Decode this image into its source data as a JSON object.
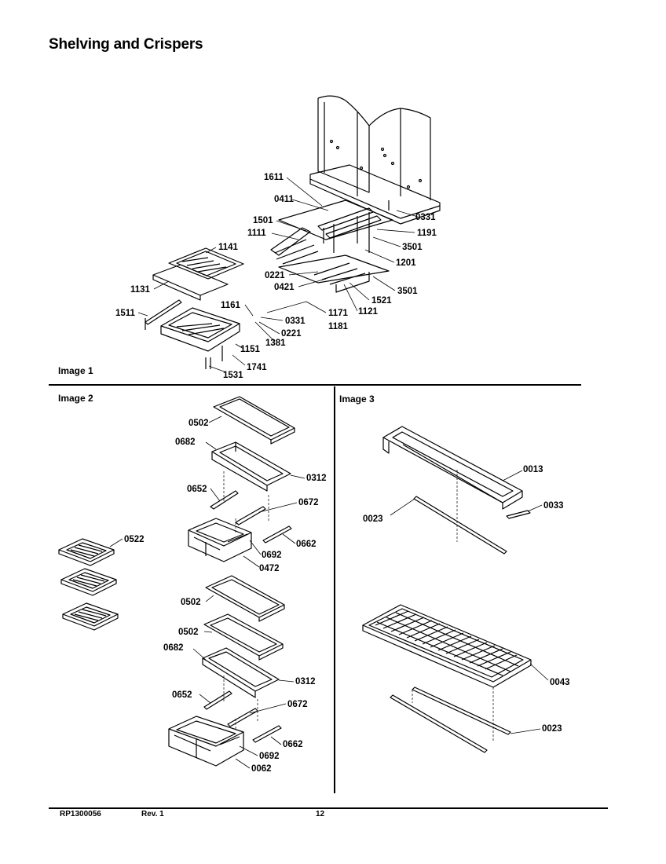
{
  "page": {
    "title": "Shelving and Crispers",
    "image_labels": [
      "Image 1",
      "Image 2",
      "Image 3"
    ],
    "footer": {
      "doc_id": "RP1300056",
      "revision": "Rev. 1",
      "page_number": "12"
    }
  },
  "diagram": {
    "image1_parts": [
      "1611",
      "0411",
      "1501",
      "1111",
      "1141",
      "0331",
      "1191",
      "3501",
      "1201",
      "0221",
      "0421",
      "1131",
      "1521",
      "3501",
      "1121",
      "1511",
      "1161",
      "0331",
      "1171",
      "1181",
      "0221",
      "1381",
      "1151",
      "1741",
      "1531"
    ],
    "image2_parts": [
      "0502",
      "0682",
      "0312",
      "0652",
      "0672",
      "0522",
      "0662",
      "0692",
      "0472",
      "0502",
      "0502",
      "0682",
      "0312",
      "0652",
      "0672",
      "0662",
      "0692",
      "0062"
    ],
    "image3_parts": [
      "0013",
      "0023",
      "0033",
      "0043",
      "0023"
    ]
  }
}
